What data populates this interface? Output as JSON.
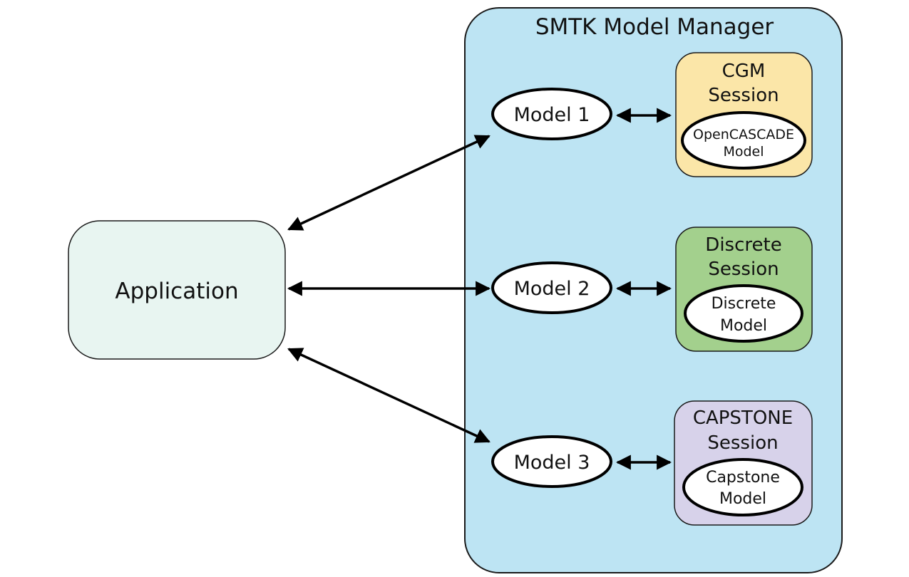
{
  "manager": {
    "title": "SMTK Model Manager",
    "fill": "#bde4f3",
    "stroke": "#1a1a1a"
  },
  "application": {
    "label": "Application",
    "fill": "#e8f5f1"
  },
  "models": [
    {
      "label": "Model 1"
    },
    {
      "label": "Model 2"
    },
    {
      "label": "Model 3"
    }
  ],
  "sessions": [
    {
      "title_line1": "CGM",
      "title_line2": "Session",
      "inner_line1": "OpenCASCADE",
      "inner_line2": "Model",
      "fill": "#fbe6a8"
    },
    {
      "title_line1": "Discrete",
      "title_line2": "Session",
      "inner_line1": "Discrete",
      "inner_line2": "Model",
      "fill": "#a3d08d"
    },
    {
      "title_line1": "CAPSTONE",
      "title_line2": "Session",
      "inner_line1": "Capstone",
      "inner_line2": "Model",
      "fill": "#d7d2ea"
    }
  ]
}
